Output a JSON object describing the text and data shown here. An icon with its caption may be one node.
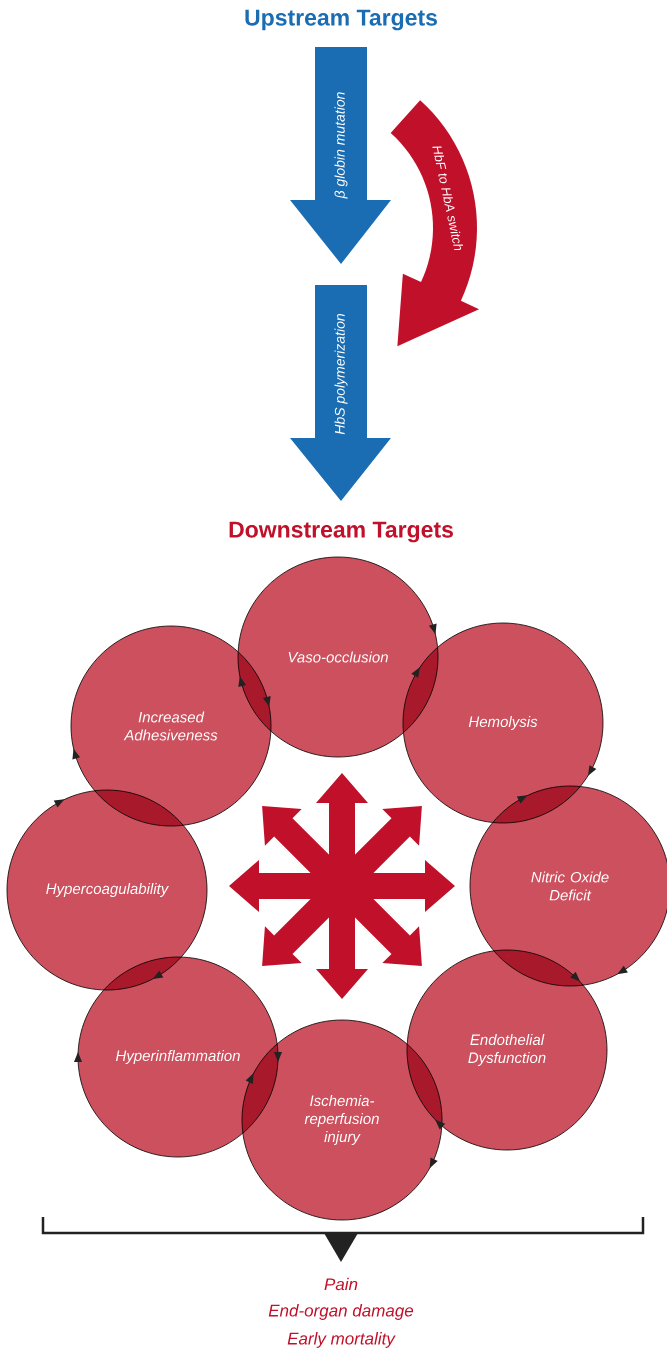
{
  "diagram": {
    "title": "Upstream Targets",
    "nodes": [
      {
        "text": [
          "β globin mutation"
        ]
      },
      {
        "text": [
          "HbS polymerization"
        ]
      },
      {
        "text": [
          "HbF to HbA switch"
        ]
      },
      {
        "text": [
          "Vaso-occlusion"
        ]
      },
      {
        "text": [
          "Increased Adhesiveness"
        ]
      },
      {
        "text": [
          "Hemolysis"
        ]
      },
      {
        "text": [
          "Hypercoagulability"
        ]
      },
      {
        "text": [
          "Nitric Oxide Deficit"
        ]
      },
      {
        "text": [
          "Endothelial Dysfunction"
        ]
      },
      {
        "text": [
          "Hyperinflammation"
        ]
      },
      {
        "text": [
          "Ischemia-reperfusion injury"
        ]
      }
    ],
    "labels": [
      "Downstream Targets",
      "Pain",
      "End-organ damage",
      "Early mortality"
    ]
  }
}
